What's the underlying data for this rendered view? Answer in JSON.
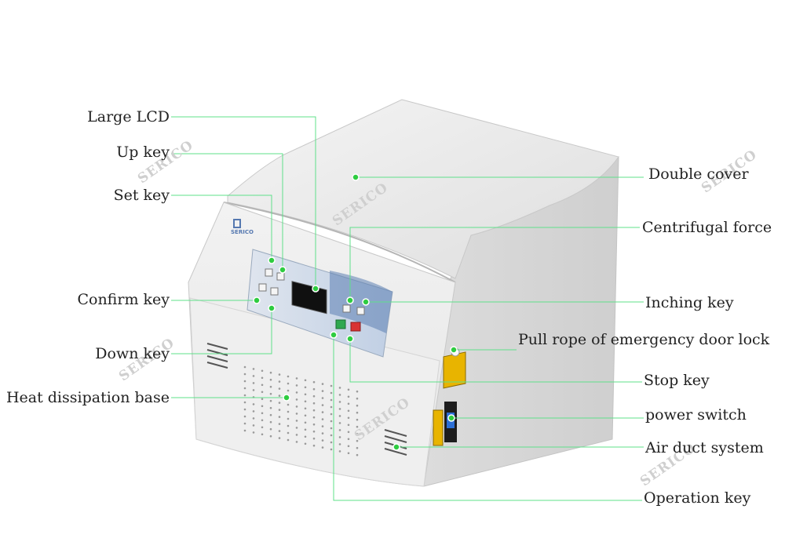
{
  "brand": {
    "logo_text": "SERICO",
    "watermark": "SERICO"
  },
  "callouts": {
    "left": [
      {
        "id": "large-lcd",
        "label": "Large LCD"
      },
      {
        "id": "up-key",
        "label": "Up key"
      },
      {
        "id": "set-key",
        "label": "Set key"
      },
      {
        "id": "confirm-key",
        "label": "Confirm key"
      },
      {
        "id": "down-key",
        "label": "Down key"
      },
      {
        "id": "heat-dissipation-base",
        "label": "Heat dissipation base"
      }
    ],
    "right": [
      {
        "id": "double-cover",
        "label": "Double cover"
      },
      {
        "id": "centrifugal-force",
        "label": "Centrifugal force"
      },
      {
        "id": "inching-key",
        "label": "Inching key"
      },
      {
        "id": "pull-rope",
        "label": "Pull rope of emergency door lock"
      },
      {
        "id": "stop-key",
        "label": "Stop key"
      },
      {
        "id": "power-switch",
        "label": "power switch"
      },
      {
        "id": "air-duct-system",
        "label": "Air duct system"
      },
      {
        "id": "operation-key",
        "label": "Operation key"
      }
    ]
  },
  "colors": {
    "leader_line": "#5fe08a",
    "dot": "#2ecc40",
    "body": "#ececec",
    "panel": "#c9d3e2",
    "run_button": "#2fa84f",
    "stop_button": "#d93333",
    "warning_label": "#e8b400"
  }
}
